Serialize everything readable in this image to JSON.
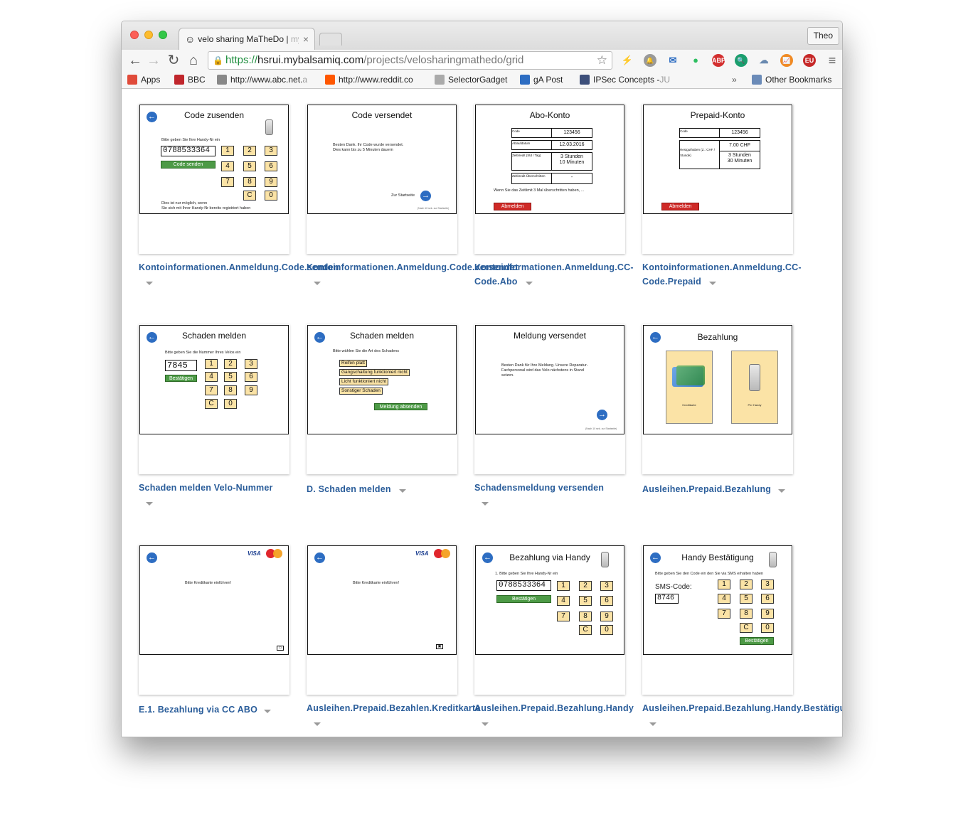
{
  "browser": {
    "tab_title": "velo sharing MaTheDo | ",
    "tab_title_faded": "my",
    "tab_close": "×",
    "profile_name": "Theo",
    "url_protocol": "https://",
    "url_host": "hsrui.mybalsamiq.com",
    "url_path": "/projects/velosharingmathedo/grid",
    "nav": {
      "back_icon": "arrow-left-icon",
      "forward_icon": "arrow-right-icon",
      "reload_icon": "reload-icon",
      "home_icon": "home-icon"
    },
    "extensions": [
      {
        "name": "lightning-icon",
        "color": "#333333",
        "glyph": "⚡"
      },
      {
        "name": "bell-icon",
        "color": "#999999",
        "glyph": "🔔"
      },
      {
        "name": "envelope-check-icon",
        "color": "#2d6dc2",
        "glyph": "✉"
      },
      {
        "name": "evernote-icon",
        "color": "#2dbe60",
        "glyph": "●"
      },
      {
        "name": "adblock-icon",
        "color": "#d32f2f",
        "glyph": "ABP"
      },
      {
        "name": "search-ext-icon",
        "color": "#1a9e6e",
        "glyph": "🔍"
      },
      {
        "name": "cloud-icon",
        "color": "#6a8ab0",
        "glyph": "☁"
      },
      {
        "name": "chart-icon",
        "color": "#f08a24",
        "glyph": "📈"
      },
      {
        "name": "eu-icon",
        "color": "#c62828",
        "glyph": "EU"
      },
      {
        "name": "menu-icon",
        "color": "#555555",
        "glyph": "≡"
      }
    ]
  },
  "bookmarks": [
    {
      "label": "Apps",
      "faded": "",
      "icon": "apps-grid-icon",
      "color": "#e04b3a"
    },
    {
      "label": "BBC",
      "faded": "",
      "icon": "bbc-icon",
      "color": "#c0262c"
    },
    {
      "label": "http://www.abc.net.",
      "faded": "a",
      "icon": "abc-icon",
      "color": "#888888"
    },
    {
      "label": "http://www.reddit.co",
      "faded": "",
      "icon": "reddit-icon",
      "color": "#ff5700"
    },
    {
      "label": "SelectorGadget",
      "faded": "",
      "icon": "page-icon",
      "color": "#aaaaaa"
    },
    {
      "label": "gA Post",
      "faded": "",
      "icon": "post-icon",
      "color": "#2d6dc2"
    },
    {
      "label": "IPSec Concepts - ",
      "faded": "JU",
      "icon": "ipsec-icon",
      "color": "#3d4f7a"
    },
    {
      "label": "Other Bookmarks",
      "faded": "",
      "icon": "folder-icon",
      "color": "#6b8bb8"
    }
  ],
  "bookmarks_more": "»",
  "cards": [
    {
      "label": "Kontoinformationen.Anmeldung.Code.senden",
      "label2": ""
    },
    {
      "label": "Kontoinformationen.Anmeldung.Code.versendet",
      "label2": ""
    },
    {
      "label": "Kontoinformationen.Anmeldung.CC-",
      "label2": "Code.Abo"
    },
    {
      "label": "Kontoinformationen.Anmeldung.CC-",
      "label2": "Code.Prepaid"
    },
    {
      "label": "Schaden melden Velo-Nummer",
      "label2": ""
    },
    {
      "label": "D. Schaden melden",
      "label2": ""
    },
    {
      "label": "Schadensmeldung versenden",
      "label2": ""
    },
    {
      "label": "Ausleihen.Prepaid.Bezahlung",
      "label2": ""
    },
    {
      "label": "E.1. Bezahlung via CC ABO",
      "label2": ""
    },
    {
      "label": "Ausleihen.Prepaid.Bezahlen.Kreditkarte",
      "label2": ""
    },
    {
      "label": "Ausleihen.Prepaid.Bezahlung.Handy",
      "label2": ""
    },
    {
      "label": "Ausleihen.Prepaid.Bezahlung.Handy.Bestätigung",
      "label2": ""
    }
  ],
  "mock": {
    "code_senden": {
      "title": "Code zusenden",
      "prompt": "Bitte geben Sie Ihre Handy-Nr ein",
      "number": "0788533364",
      "button": "Code senden",
      "note1": "Dies ist nur möglich, wenn",
      "note2": "Sie sich mit Ihrer Handy-Nr bereits registriert haben"
    },
    "code_versendet": {
      "title": "Code versendet",
      "text1": "Besten Dank. Ihr Code wurde versendet.",
      "text2": "Dies kann bis zu 5 Minuten dauern",
      "link": "Zur Startseite",
      "footer": "(Nach 10 sek. zur Startseite)"
    },
    "abo": {
      "title": "Abo-Konto",
      "code_lbl": "Code",
      "code_val": "123456",
      "ablauf_lbl": "Ablaufdatum",
      "ablauf_val": "12.03.2016",
      "zeit_lbl": "Zeitkredit (Std / Tag)",
      "zeit_val1": "3 Stunden",
      "zeit_val2": "10 Minuten",
      "ueber_lbl": "Zeitkredit Überschritten",
      "ueber_val": "-",
      "note": "Wenn Sie das Zeitlimit 3 Mal überschritten haben, ...",
      "button": "Abmelden"
    },
    "prepaid": {
      "title": "Prepaid-Konto",
      "code_lbl": "Code",
      "code_val": "123456",
      "rest_lbl": "Restguthaben (Z.: CHF / Stunde)",
      "rest_val1": "7.00 CHF",
      "rest_val2": "3 Stunden",
      "rest_val3": "30 Minuten",
      "button": "Abmelden"
    },
    "schaden_nr": {
      "title": "Schaden melden",
      "prompt": "Bitte geben Sie die Nummer Ihres Velos ein",
      "number": "7845",
      "button": "Bestätigen"
    },
    "schaden_art": {
      "title": "Schaden melden",
      "prompt": "Bitte wählen Sie die Art des Schadens",
      "opt1": "Reifen platt",
      "opt2": "Gangschaltung funktioniert nicht",
      "opt3": "Licht funktioniert nicht",
      "opt4": "Sonstiger Schaden",
      "button": "Meldung absenden"
    },
    "meldung": {
      "title": "Meldung versendet",
      "text1": "Besten Dank für Ihre Meldung. Unsere Reparatur-",
      "text2": "Fachpersonal wird das Velo nächstens in Stand",
      "text3": "setzen.",
      "footer": "(Nach 10 sek. zur Startseite)"
    },
    "bezahlung": {
      "title": "Bezahlung",
      "opt1": "Kreditkarte",
      "opt2": "Per Handy"
    },
    "cc_abo": {
      "visa": "VISA",
      "text": "Bitte Kreditkarte einführen!"
    },
    "cc_prepaid": {
      "visa": "VISA",
      "text": "Bitte Kreditkarte einführen!"
    },
    "handy": {
      "title": "Bezahlung via Handy",
      "prompt": "1. Bitte geben Sie Ihre Handy-Nr ein",
      "number": "0788533364",
      "button": "Bestätigen"
    },
    "handy_best": {
      "title": "Handy Bestätigung",
      "prompt": "Bitte geben Sie den Code ein den Sie via SMS erhalten haben",
      "sms_label": "SMS-Code:",
      "code": "8746",
      "button": "Bestätigen"
    },
    "keys": [
      "1",
      "2",
      "3",
      "4",
      "5",
      "6",
      "7",
      "8",
      "9",
      "C",
      "0"
    ]
  }
}
